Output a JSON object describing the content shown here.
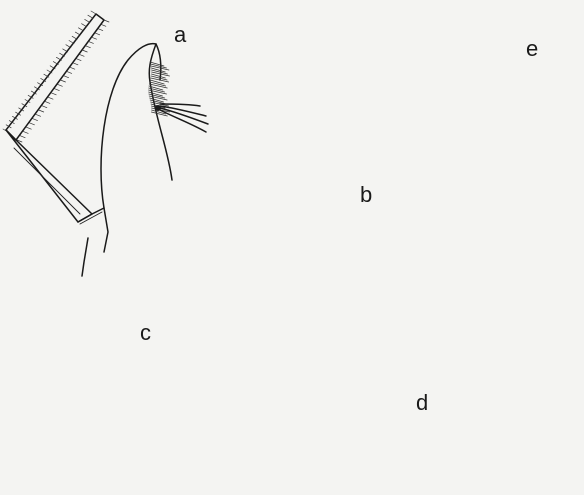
{
  "plate": {
    "figures": [
      {
        "id": "a",
        "label": "a"
      },
      {
        "id": "b",
        "label": "b"
      },
      {
        "id": "c",
        "label": "c"
      },
      {
        "id": "d",
        "label": "d"
      },
      {
        "id": "e",
        "label": "e"
      }
    ]
  }
}
